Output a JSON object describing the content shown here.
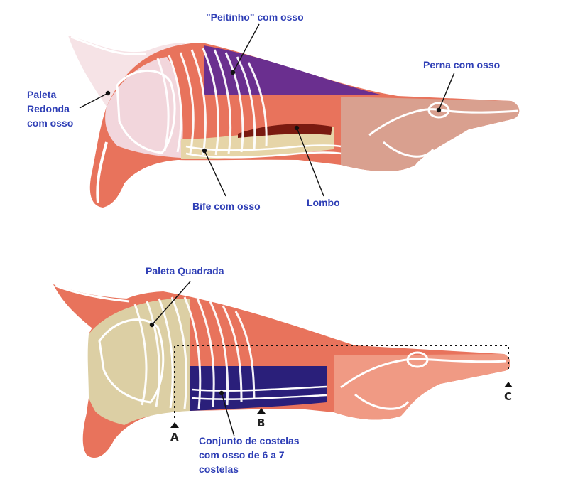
{
  "colors": {
    "meat": "#e8735c",
    "meat_light": "#f09a84",
    "bone": "#ffffff",
    "pink_section": "#f2d6dc",
    "purple_section": "#6a2f8f",
    "lombo_section": "#7a1a10",
    "leg_section": "#d9a08f",
    "tan_section": "#dccfa4",
    "navy_section": "#2a1f7a",
    "label_text": "#2f3fb6",
    "leader_line": "#111111"
  },
  "top_diagram": {
    "labels": {
      "peitinho": "\"Peitinho\" com osso",
      "perna": "Perna com osso",
      "paleta_redonda_1": "Paleta",
      "paleta_redonda_2": "Redonda",
      "paleta_redonda_3": "com osso",
      "bife": "Bife com osso",
      "lombo": "Lombo"
    }
  },
  "bottom_diagram": {
    "labels": {
      "paleta_quadrada": "Paleta Quadrada",
      "costelas_1": "Conjunto de costelas",
      "costelas_2": "com osso de 6 a 7",
      "costelas_3": "costelas"
    },
    "markers": {
      "a": "A",
      "b": "B",
      "c": "C"
    }
  }
}
